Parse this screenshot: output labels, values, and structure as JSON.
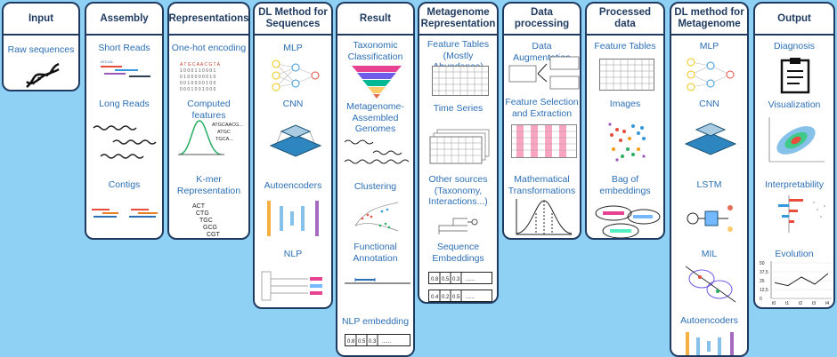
{
  "columns": {
    "input": {
      "title": "Input",
      "items": [
        "Raw sequences"
      ]
    },
    "assembly": {
      "title": "Assembly",
      "items": [
        "Short Reads",
        "Long Reads",
        "Contigs"
      ]
    },
    "representations": {
      "title": "Representations",
      "items": [
        "One-hot encoding",
        "Computed features",
        "K-mer Representation"
      ],
      "computed_seq": [
        "ATGCAACG...",
        "ATGC",
        "TGCA..."
      ],
      "kmers": [
        "ACT",
        "CTG",
        "TGC",
        "GCG",
        "CGT"
      ]
    },
    "dl_sequences": {
      "title": "DL Method for Sequences",
      "items": [
        "MLP",
        "CNN",
        "Autoencoders",
        "NLP"
      ]
    },
    "result": {
      "title": "Result",
      "items": [
        "Taxonomic Classification",
        "Metagenome-Assembled Genomes",
        "Clustering",
        "Functional Annotation",
        "NLP embedding"
      ],
      "nlp_values": [
        "0.8",
        "0.5",
        "0.3",
        "......"
      ]
    },
    "metagenome_rep": {
      "title": "Metagenome Representation",
      "items": [
        "Feature Tables (Mostly Abundance)",
        "Time Series",
        "Other sources (Taxonomy, Interactions...)",
        "Sequence Embeddings"
      ],
      "emb_row1": [
        "0.8",
        "0.5",
        "0.3",
        "......"
      ],
      "emb_row2": [
        "0.4",
        "0.2",
        "0.5",
        "......"
      ]
    },
    "data_processing": {
      "title": "Data processing",
      "items": [
        "Data Augmentation",
        "Feature Selection and Extraction",
        "Mathematical Transformations"
      ]
    },
    "processed_data": {
      "title": "Processed data",
      "items": [
        "Feature Tables",
        "Images",
        "Bag of embeddings"
      ]
    },
    "dl_metagenome": {
      "title": "DL method for Metagenome",
      "items": [
        "MLP",
        "CNN",
        "LSTM",
        "MIL",
        "Autoencoders"
      ]
    },
    "output": {
      "title": "Output",
      "items": [
        "Diagnosis",
        "Visualization",
        "Interpretability",
        "Evolution"
      ],
      "evo_y": [
        "50",
        "37,5",
        "25",
        "12,5",
        "0"
      ],
      "evo_x": [
        "t0",
        "t1",
        "t2",
        "t3",
        "t4"
      ],
      "evo_series": [
        22,
        18,
        30,
        20,
        35
      ]
    }
  },
  "colors": {
    "background": "#8fd0f5",
    "border": "#1f3a5f",
    "label": "#2c6fb5",
    "title": "#1f3a5f"
  }
}
